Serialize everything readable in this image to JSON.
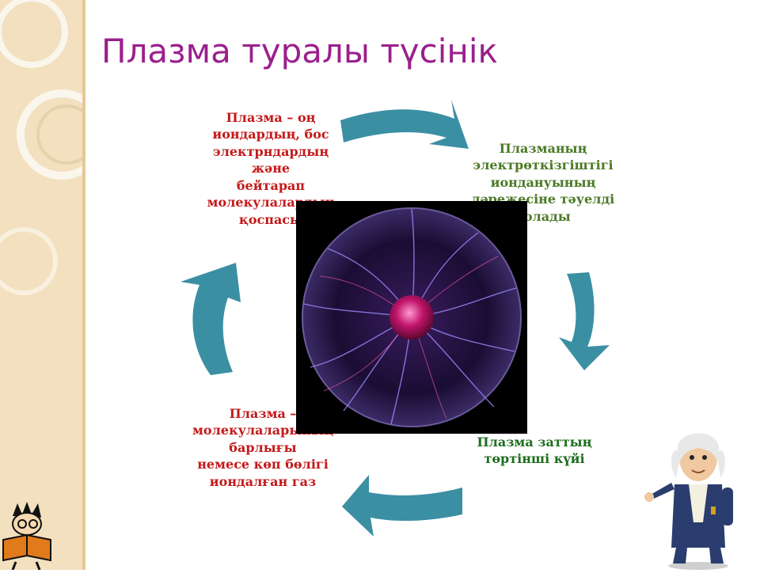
{
  "slide": {
    "title": "Плазма туралы түсінік"
  },
  "cycle": {
    "nodes": [
      {
        "id": "definition",
        "lines": [
          "Плазма – оң",
          "иондардың, бос",
          "электрндардың",
          "және",
          "бейтарап",
          "молекулалардың",
          "қоспасы"
        ],
        "color": "#c41a1a"
      },
      {
        "id": "conductivity",
        "lines": [
          "Плазманың",
          "электрөткізгіштігі",
          "иондануының",
          "дәрежесіне тәуелді",
          "болады"
        ],
        "color": "#4c7a26"
      },
      {
        "id": "state",
        "lines": [
          "Плазма заттың",
          "төртінші күйі"
        ],
        "color": "#1f6e1f"
      },
      {
        "id": "ionized-gas",
        "lines": [
          "Плазма –",
          "молекулаларының",
          "барлығы",
          "немесе көп бөлігі",
          "иондалған газ"
        ],
        "color": "#c41a1a"
      }
    ],
    "arrow_color": "#3b8fa3"
  },
  "images": {
    "center": "plasma-ball",
    "decor_right": "cartoon-scientist",
    "decor_left": "cartoon-reader"
  }
}
